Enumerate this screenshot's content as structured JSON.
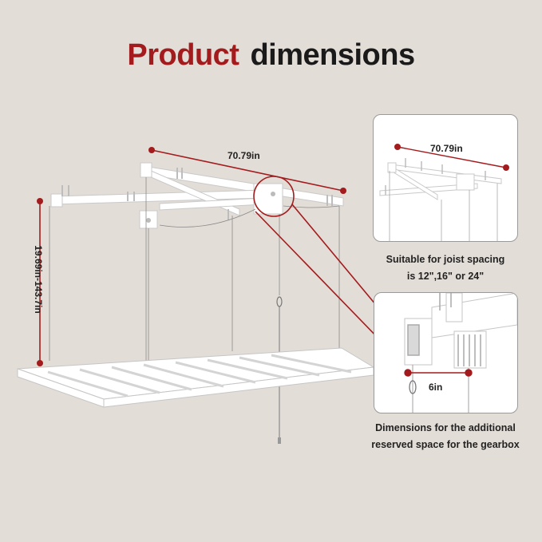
{
  "title": {
    "word1": "Product",
    "word2": "dimensions"
  },
  "dimensions": {
    "main_width": "70.79in",
    "height_range": "19.69in-143.7in",
    "panel_width": "70.79in",
    "gearbox_space": "6in"
  },
  "captions": {
    "joist_line1": "Suitable for joist spacing",
    "joist_line2": "is 12\",16\" or 24\"",
    "gearbox_line1": "Dimensions for the additional",
    "gearbox_line2": "reserved space for the gearbox"
  },
  "colors": {
    "background": "#e3ddd7",
    "accent_red": "#a31b1d",
    "text_dark": "#1a1a1a",
    "rack_white": "#ffffff"
  }
}
